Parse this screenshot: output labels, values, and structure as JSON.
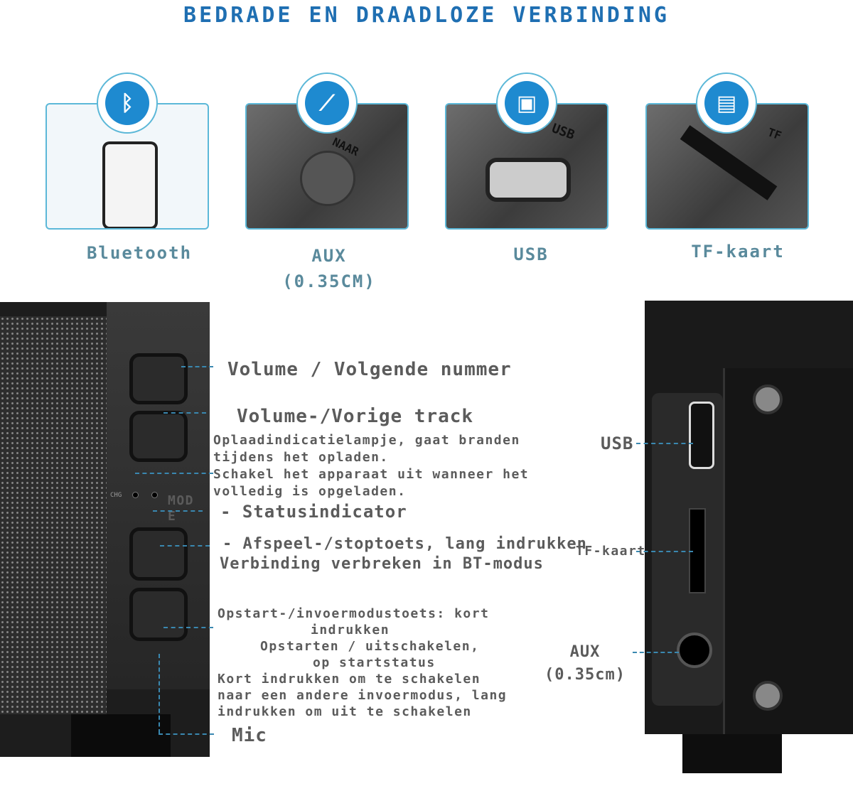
{
  "title": "BEDRADE EN DRAADLOZE VERBINDING",
  "connections": [
    {
      "label": "Bluetooth",
      "icon": "bluetooth-icon"
    },
    {
      "label": "AUX\n(0.35CM)",
      "icon": "aux-jack-icon",
      "port_text": "NAAR"
    },
    {
      "label": "USB",
      "icon": "usb-icon",
      "port_text": "USB"
    },
    {
      "label": "TF-kaart",
      "icon": "sd-card-icon",
      "port_text": "TF"
    }
  ],
  "front_labels": {
    "volume_up": "Volume / Volgende nummer",
    "volume_down": "Volume-/Vorige track",
    "charge_1": "Oplaadindicatielampje, gaat branden",
    "charge_2": "tijdens het opladen.",
    "charge_3": "Schakel het apparaat uit wanneer het",
    "charge_4": "volledig is opgeladen.",
    "status": "- Statusindicator",
    "mode_small": "MOD\nE",
    "chg_small": "CHG",
    "play_1": "- Afspeel-/stoptoets, lang indrukken",
    "play_2": "Verbinding verbreken in BT-modus",
    "power_1": "Opstart-/invoermodustoets: kort",
    "power_2": "Opstarten / uitschakelen,",
    "power_2b": "indrukken",
    "power_3": "Kort indrukken om te schakelen",
    "power_3b": "op startstatus",
    "power_4": "naar een andere invoermodus, lang",
    "power_5": "indrukken om uit te schakelen",
    "mic": "Mic"
  },
  "side_labels": {
    "usb": "USB",
    "tf": "TF-kaart",
    "aux": "AUX\n(0.35cm)"
  },
  "colors": {
    "title": "#1f6fb2",
    "accent": "#5cb8d8",
    "label": "#5b5b5b"
  }
}
